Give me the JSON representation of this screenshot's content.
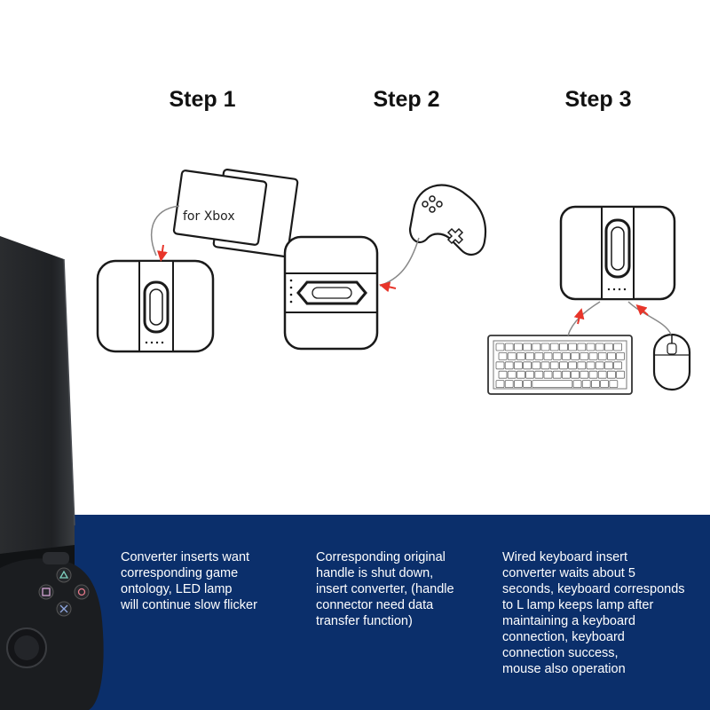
{
  "steps": [
    {
      "title": "Step 1",
      "card_label": "for Xbox",
      "description": [
        "Converter inserts want",
        "corresponding game",
        "ontology, LED lamp",
        "will continue slow flicker"
      ]
    },
    {
      "title": "Step 2",
      "description": [
        "Corresponding original",
        "handle is shut down,",
        "insert converter, (handle",
        "connector need data",
        "transfer function)"
      ]
    },
    {
      "title": "Step 3",
      "description": [
        "Wired keyboard insert",
        "converter waits about 5",
        "seconds, keyboard corresponds",
        "to L lamp keeps lamp after",
        "maintaining a keyboard",
        "connection, keyboard",
        "connection success,",
        "mouse also operation"
      ]
    }
  ],
  "colors": {
    "band": "#0b2f6b",
    "arrow": "#e8352a",
    "outline": "#1a1a1a",
    "console": "#1e2022"
  }
}
